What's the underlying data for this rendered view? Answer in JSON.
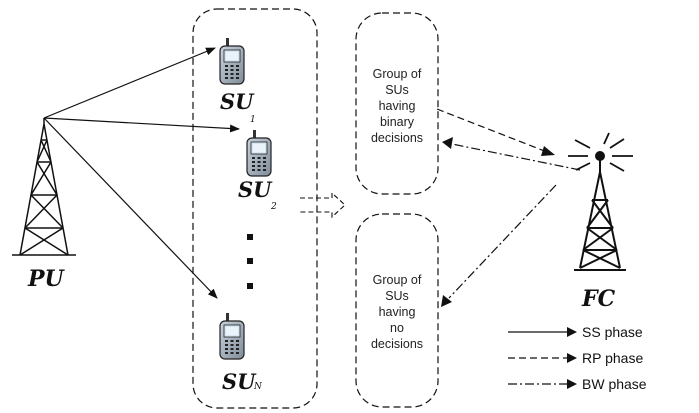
{
  "nodes": {
    "pu": {
      "label": "PU",
      "icon": "transmission-tower-icon"
    },
    "fc": {
      "label": "FC",
      "icon": "transmission-tower-icon"
    },
    "su1": {
      "label": "SU",
      "subscript": "1",
      "icon": "mobile-phone-icon"
    },
    "su2": {
      "label": "SU",
      "subscript": "2",
      "icon": "mobile-phone-icon"
    },
    "suN": {
      "label": "SU",
      "subscript": "N",
      "icon": "mobile-phone-icon"
    }
  },
  "groups": {
    "binary": {
      "lines": [
        "Group of",
        "SUs",
        "having",
        "binary",
        "decisions"
      ]
    },
    "none": {
      "lines": [
        "Group of",
        "SUs",
        "having",
        "no",
        "decisions"
      ]
    }
  },
  "legend": {
    "ss": "SS phase",
    "rp": "RP phase",
    "bw": "BW phase"
  },
  "colors": {
    "stroke": "#111111",
    "phone_body": "#9aa7b4",
    "phone_screen": "#d7e6f2"
  }
}
